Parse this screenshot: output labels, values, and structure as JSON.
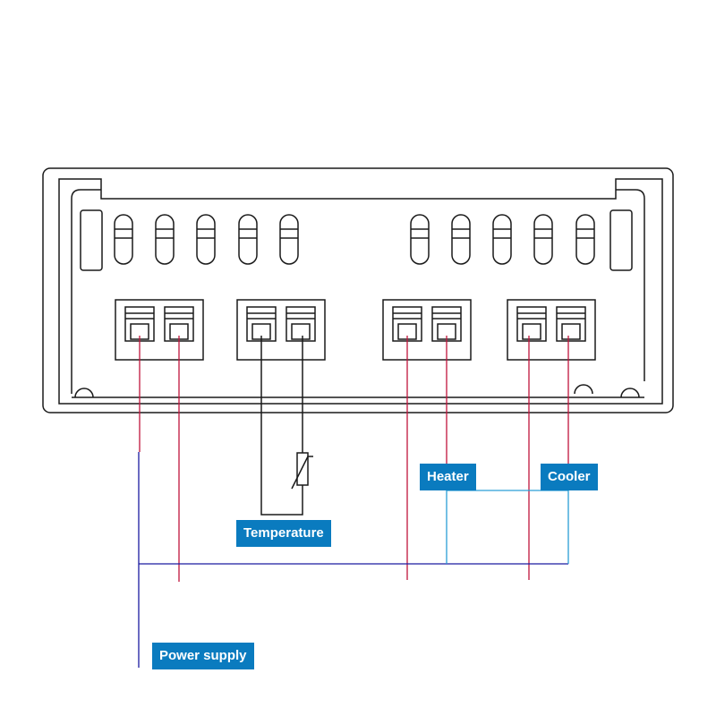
{
  "labels": {
    "temperature": "Temperature",
    "heater": "Heater",
    "cooler": "Cooler",
    "power_supply": "Power supply"
  },
  "colors": {
    "outline": "#1a1a1a",
    "terminal_wire": "#c0143c",
    "power_wire": "#1a1aa0",
    "load_wire": "#2a9fd6",
    "label_bg": "#0a7bbf",
    "label_text": "#ffffff"
  }
}
